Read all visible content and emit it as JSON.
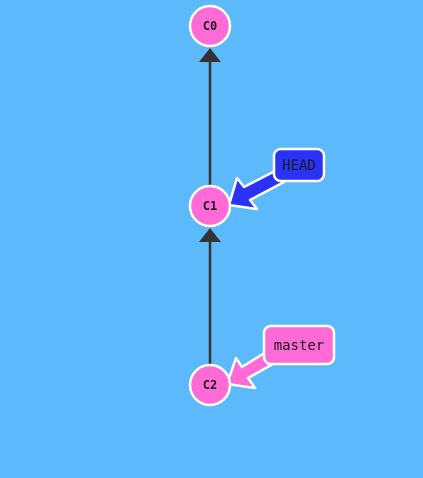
{
  "colors": {
    "background": "#5cb9fb",
    "commit_fill": "#ff6bd6",
    "commit_stroke": "#ffffff",
    "edge": "#333333",
    "head_fill": "#2a32f5",
    "branch_fill": "#ff6bd6",
    "ref_stroke": "#ffffff"
  },
  "commits": [
    {
      "id": "C0",
      "label": "C0"
    },
    {
      "id": "C1",
      "label": "C1"
    },
    {
      "id": "C2",
      "label": "C2"
    }
  ],
  "edges": [
    {
      "from": "C1",
      "to": "C0"
    },
    {
      "from": "C2",
      "to": "C1"
    }
  ],
  "refs": [
    {
      "name": "HEAD",
      "label": "HEAD",
      "points_to": "C1",
      "kind": "head"
    },
    {
      "name": "master",
      "label": "master",
      "points_to": "C2",
      "kind": "branch"
    }
  ]
}
